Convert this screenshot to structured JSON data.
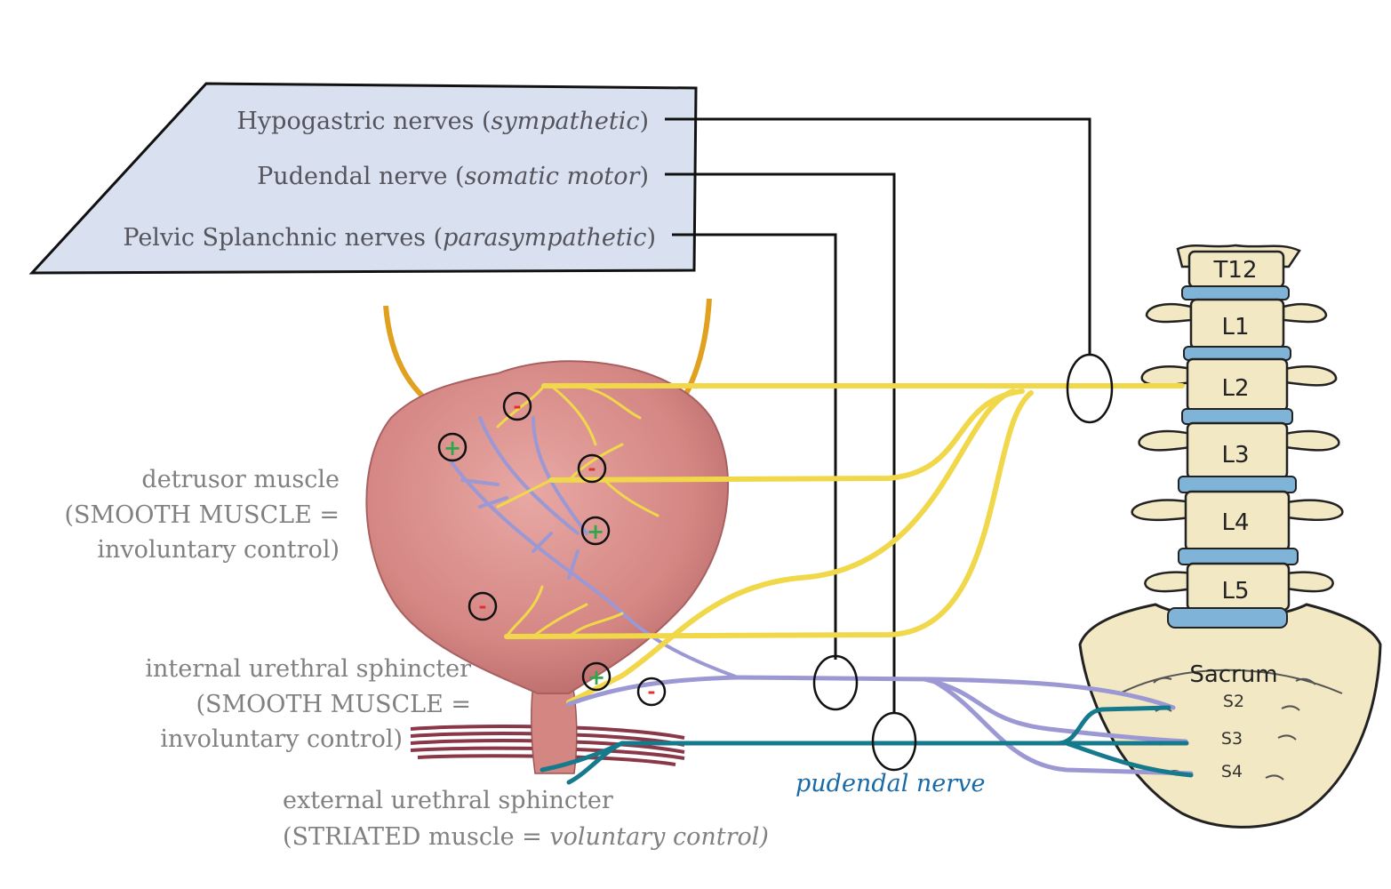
{
  "legend": {
    "items": [
      {
        "name": "Hypogastric nerves (",
        "type": "sympathetic",
        "close": ")"
      },
      {
        "name": "Pudendal nerve (",
        "type": "somatic motor",
        "close": ")"
      },
      {
        "name": "Pelvic Splanchnic nerves (",
        "type": "parasympathetic",
        "close": ")"
      }
    ]
  },
  "labels": {
    "detrusor": [
      "detrusor muscle",
      "(SMOOTH MUSCLE =",
      "involuntary control)"
    ],
    "internal": [
      "internal urethral sphincter",
      "(SMOOTH MUSCLE =",
      "involuntary control)"
    ],
    "external_line1": "external urethral sphincter",
    "external_line2_plain": "(STRIATED muscle = ",
    "external_line2_italic": "voluntary control)",
    "pudendal": "pudendal nerve"
  },
  "spine": {
    "vertebrae": [
      "T12",
      "L1",
      "L2",
      "L3",
      "L4",
      "L5"
    ],
    "sacrum": "Sacrum",
    "sacral": [
      "S2",
      "S3",
      "S4"
    ]
  },
  "markers": {
    "plus": "+",
    "minus": "-"
  },
  "colors": {
    "sympathetic": "#f0d84a",
    "parasympathetic": "#9c98d4",
    "pudendal": "#157a8c",
    "legend_fill": "#d9e1f0",
    "bladder": "#d98c8c",
    "plus": "#2aa84a",
    "minus": "#e03030",
    "bone": "#f3e8c4",
    "disc": "#7fb4d8"
  }
}
